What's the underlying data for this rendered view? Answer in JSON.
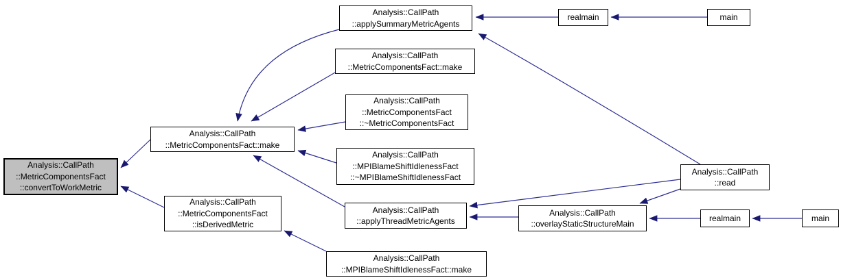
{
  "colors": {
    "edge": "#2d2d93",
    "arrowhead": "#191970",
    "node_border": "#000000",
    "node_fill": "#ffffff",
    "highlight_fill": "#bfbfbf",
    "background": "#ffffff"
  },
  "nodes": {
    "convert_to_work_metric": {
      "lines": [
        "Analysis::CallPath",
        "::MetricComponentsFact",
        "::convertToWorkMetric"
      ],
      "highlighted": true
    },
    "metric_components_fact_make": {
      "lines": [
        "Analysis::CallPath",
        "::MetricComponentsFact::make"
      ]
    },
    "is_derived_metric": {
      "lines": [
        "Analysis::CallPath",
        "::MetricComponentsFact",
        "::isDerivedMetric"
      ]
    },
    "apply_summary_metric_agents": {
      "lines": [
        "Analysis::CallPath",
        "::applySummaryMetricAgents"
      ]
    },
    "metric_components_fact_make_top": {
      "lines": [
        "Analysis::CallPath",
        "::MetricComponentsFact::make"
      ]
    },
    "metric_components_fact_dtor": {
      "lines": [
        "Analysis::CallPath",
        "::MetricComponentsFact",
        "::~MetricComponentsFact"
      ]
    },
    "mpi_blame_shift_idleness_fact_dtor": {
      "lines": [
        "Analysis::CallPath",
        "::MPIBlameShiftIdlenessFact",
        "::~MPIBlameShiftIdlenessFact"
      ]
    },
    "apply_thread_metric_agents": {
      "lines": [
        "Analysis::CallPath",
        "::applyThreadMetricAgents"
      ]
    },
    "mpi_blame_shift_idleness_fact_make": {
      "lines": [
        "Analysis::CallPath",
        "::MPIBlameShiftIdlenessFact::make"
      ]
    },
    "read": {
      "lines": [
        "Analysis::CallPath",
        "::read"
      ]
    },
    "overlay_static_structure_main": {
      "lines": [
        "Analysis::CallPath",
        "::overlayStaticStructureMain"
      ]
    },
    "realmain_top": {
      "lines": [
        "realmain"
      ]
    },
    "main_top": {
      "lines": [
        "main"
      ]
    },
    "realmain_bottom": {
      "lines": [
        "realmain"
      ]
    },
    "main_bottom": {
      "lines": [
        "main"
      ]
    }
  }
}
